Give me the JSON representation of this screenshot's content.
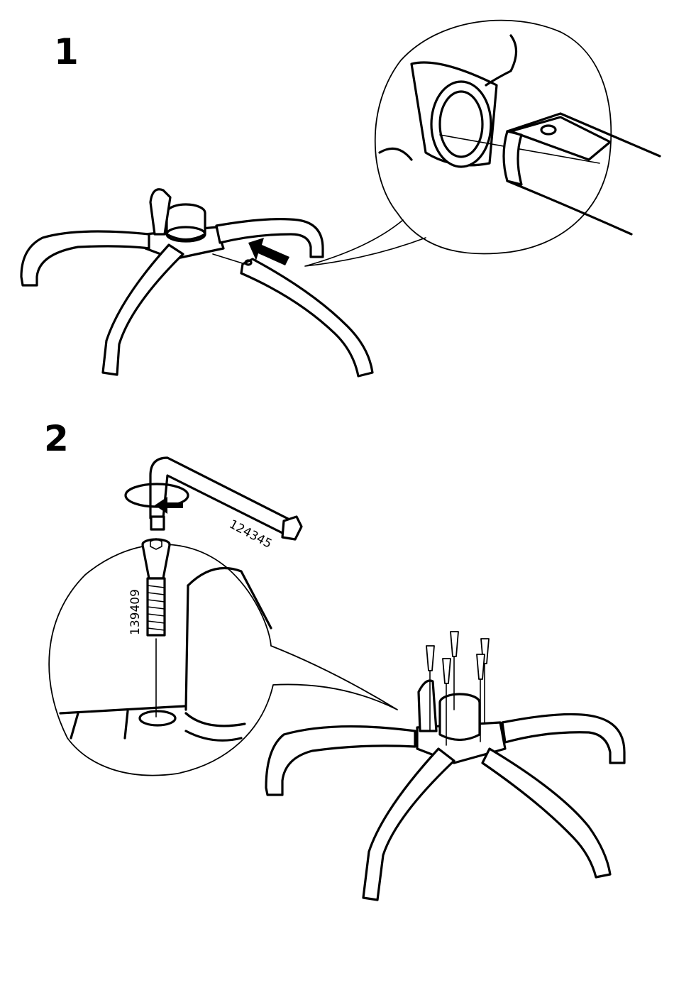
{
  "steps": [
    {
      "number": "1"
    },
    {
      "number": "2"
    }
  ],
  "parts": {
    "allen_key_code": "124345",
    "bolt_code": "139409"
  },
  "colors": {
    "ink": "#000000",
    "paper": "#ffffff"
  },
  "icons": [
    "push-arrow-icon",
    "rotate-arrow-icon"
  ]
}
